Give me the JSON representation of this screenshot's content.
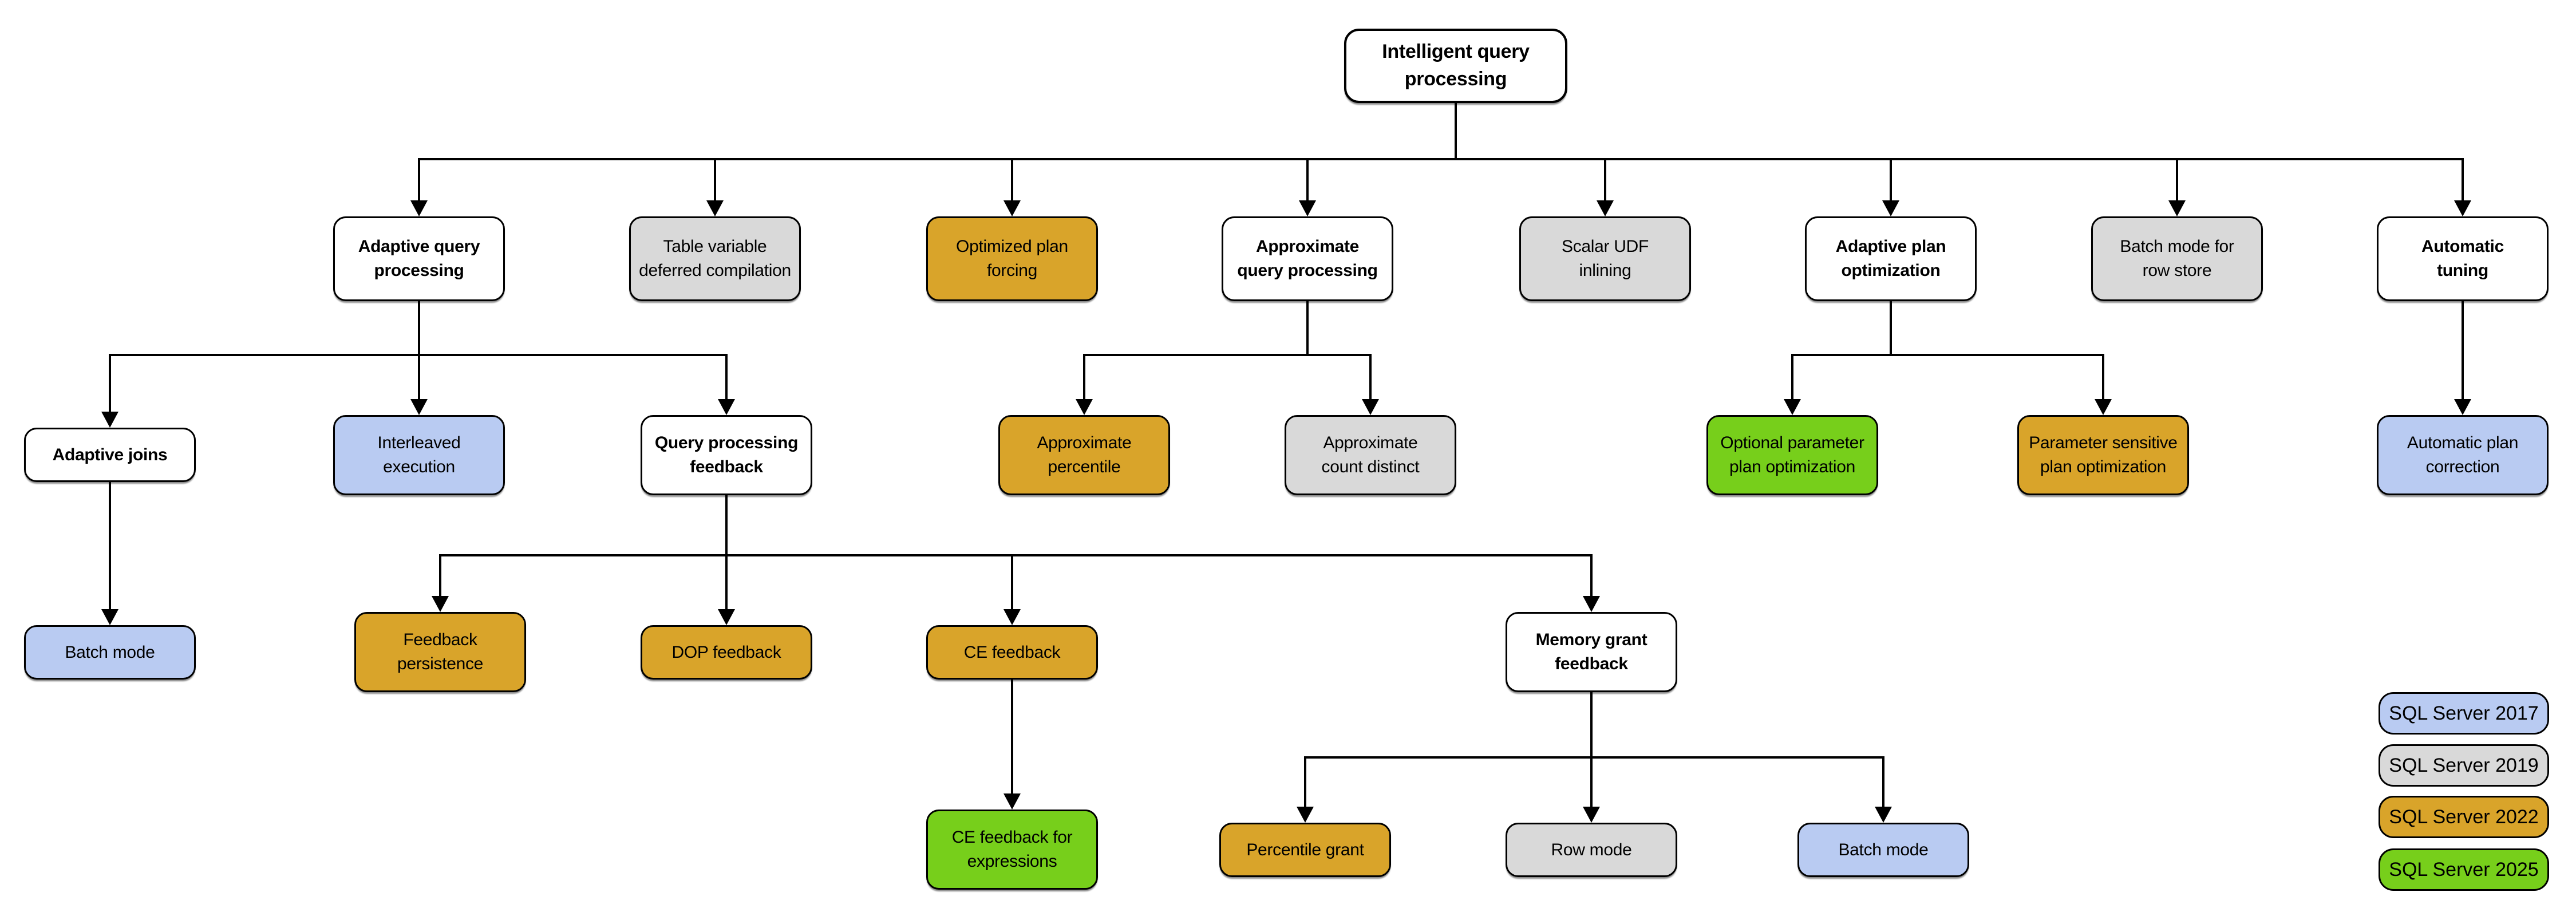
{
  "palette": {
    "category_fill": "#FFFFFF",
    "sql2017": "#B9CBF2",
    "sql2019": "#D9D9D9",
    "sql2022": "#D9A42A",
    "sql2025": "#77CF1B",
    "border": "#000000",
    "connector": "#000000"
  },
  "nodes": {
    "intelligent_query_processing": {
      "label": "Intelligent query\nprocessing",
      "version": "category"
    },
    "adaptive_query_processing": {
      "label": "Adaptive query\nprocessing",
      "version": "category"
    },
    "table_variable_deferred_compilation": {
      "label": "Table variable\ndeferred compilation",
      "version": "SQL Server 2019"
    },
    "optimized_plan_forcing": {
      "label": "Optimized plan\nforcing",
      "version": "SQL Server 2022"
    },
    "approximate_query_processing": {
      "label": "Approximate\nquery processing",
      "version": "category"
    },
    "scalar_udf_inlining": {
      "label": "Scalar UDF\ninlining",
      "version": "SQL Server 2019"
    },
    "adaptive_plan_optimization": {
      "label": "Adaptive plan\noptimization",
      "version": "category"
    },
    "batch_mode_for_row_store": {
      "label": "Batch mode for\nrow store",
      "version": "SQL Server 2019"
    },
    "automatic_tuning": {
      "label": "Automatic\ntuning",
      "version": "category"
    },
    "adaptive_joins": {
      "label": "Adaptive joins",
      "version": "category"
    },
    "interleaved_execution": {
      "label": "Interleaved\nexecution",
      "version": "SQL Server 2017"
    },
    "query_processing_feedback": {
      "label": "Query processing\nfeedback",
      "version": "category"
    },
    "approximate_percentile": {
      "label": "Approximate\npercentile",
      "version": "SQL Server 2022"
    },
    "approximate_count_distinct": {
      "label": "Approximate\ncount distinct",
      "version": "SQL Server 2019"
    },
    "optional_parameter_plan_optimization": {
      "label": "Optional parameter\nplan optimization",
      "version": "SQL Server 2025"
    },
    "parameter_sensitive_plan_optimization": {
      "label": "Parameter sensitive\nplan optimization",
      "version": "SQL Server 2022"
    },
    "automatic_plan_correction": {
      "label": "Automatic plan\ncorrection",
      "version": "SQL Server 2017"
    },
    "batch_mode_adaptive_joins": {
      "label": "Batch mode",
      "version": "SQL Server 2017"
    },
    "feedback_persistence": {
      "label": "Feedback\npersistence",
      "version": "SQL Server 2022"
    },
    "dop_feedback": {
      "label": "DOP feedback",
      "version": "SQL Server 2022"
    },
    "ce_feedback": {
      "label": "CE feedback",
      "version": "SQL Server 2022"
    },
    "memory_grant_feedback": {
      "label": "Memory grant\nfeedback",
      "version": "category"
    },
    "ce_feedback_for_expressions": {
      "label": "CE feedback for\nexpressions",
      "version": "SQL Server 2025"
    },
    "percentile_grant": {
      "label": "Percentile grant",
      "version": "SQL Server 2022"
    },
    "row_mode": {
      "label": "Row mode",
      "version": "SQL Server 2019"
    },
    "batch_mode_memory_grant": {
      "label": "Batch mode",
      "version": "SQL Server 2017"
    }
  },
  "legend": {
    "items": [
      {
        "label": "SQL Server 2017",
        "color": "#B9CBF2"
      },
      {
        "label": "SQL Server 2019",
        "color": "#D9D9D9"
      },
      {
        "label": "SQL Server 2022",
        "color": "#D9A42A"
      },
      {
        "label": "SQL Server 2025",
        "color": "#77CF1B"
      }
    ]
  }
}
